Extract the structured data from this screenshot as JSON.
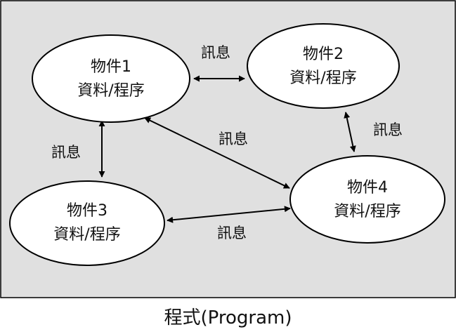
{
  "colors": {
    "panel": "#e0e0e0",
    "stroke": "#000000",
    "node_fill": "#ffffff"
  },
  "objects": [
    {
      "id": "1",
      "name": "物件1",
      "content": "資料/程序"
    },
    {
      "id": "2",
      "name": "物件2",
      "content": "資料/程序"
    },
    {
      "id": "3",
      "name": "物件3",
      "content": "資料/程序"
    },
    {
      "id": "4",
      "name": "物件4",
      "content": "資料/程序"
    }
  ],
  "messages": [
    {
      "from": "1",
      "to": "2",
      "label": "訊息"
    },
    {
      "from": "2",
      "to": "4",
      "label": "訊息"
    },
    {
      "from": "1",
      "to": "3",
      "label": "訊息"
    },
    {
      "from": "1",
      "to": "4",
      "label": "訊息"
    },
    {
      "from": "3",
      "to": "4",
      "label": "訊息"
    }
  ],
  "caption": "程式(Program)"
}
